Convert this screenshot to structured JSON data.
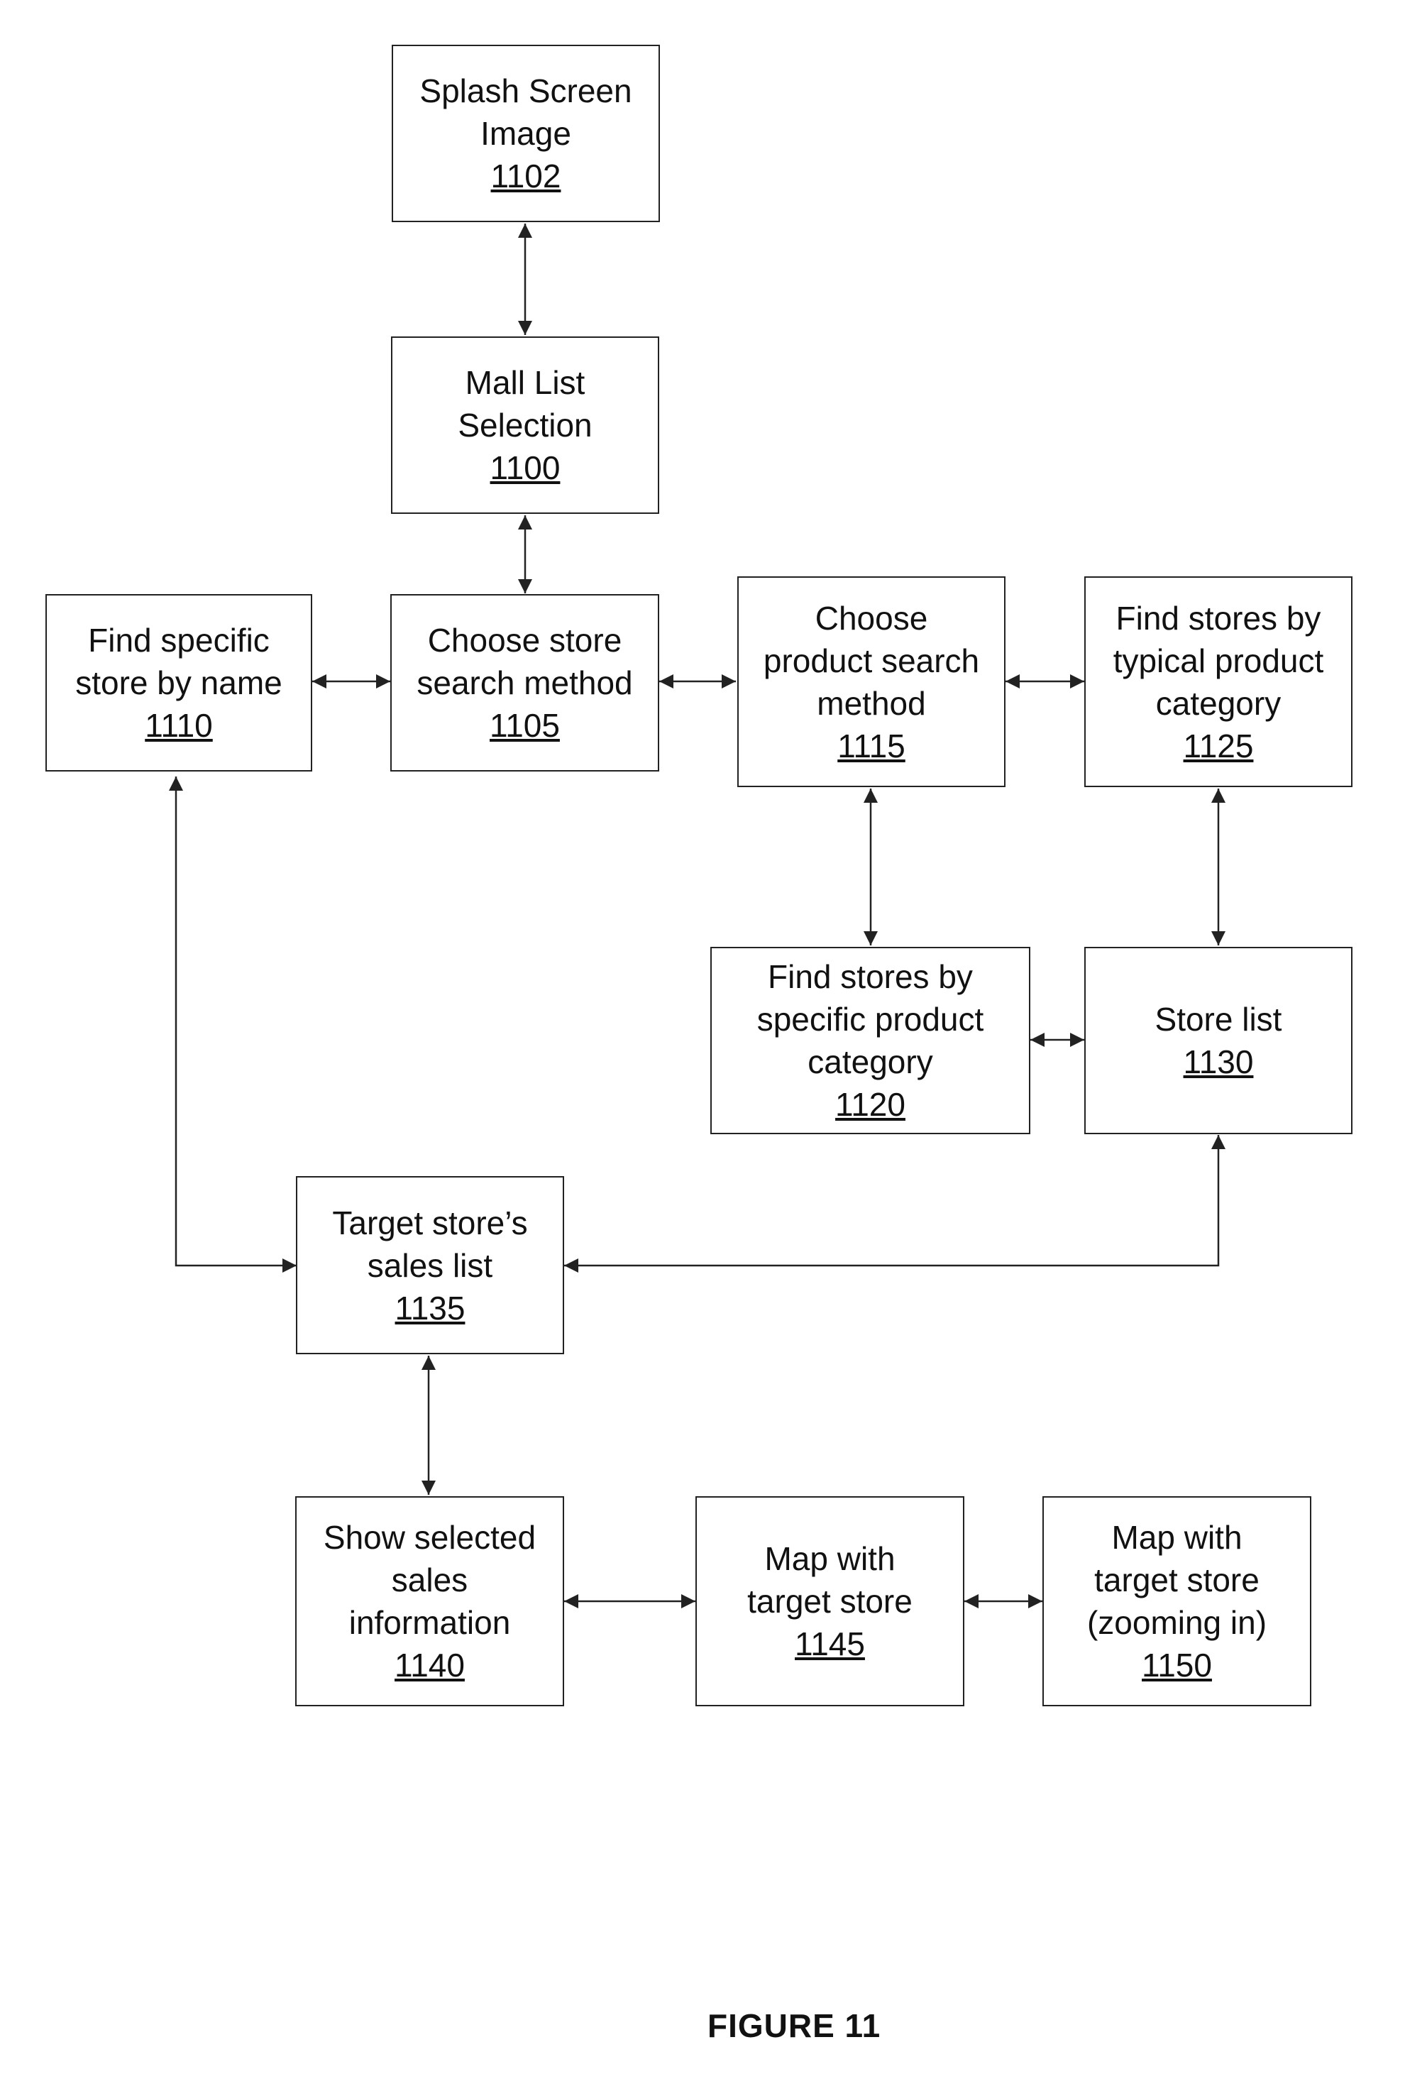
{
  "boxes": {
    "n1102": {
      "label": "Splash Screen\nImage",
      "ref": "1102"
    },
    "n1100": {
      "label": "Mall List\nSelection",
      "ref": "1100"
    },
    "n1110": {
      "label": "Find specific\nstore by name",
      "ref": "1110"
    },
    "n1105": {
      "label": "Choose store\nsearch method",
      "ref": "1105"
    },
    "n1115": {
      "label": "Choose\nproduct search\nmethod",
      "ref": "1115"
    },
    "n1125": {
      "label": "Find stores by\ntypical product\ncategory",
      "ref": "1125"
    },
    "n1120": {
      "label": "Find stores by\nspecific product\ncategory",
      "ref": "1120"
    },
    "n1130": {
      "label": "Store list",
      "ref": "1130"
    },
    "n1135": {
      "label": "Target store’s\nsales list",
      "ref": "1135"
    },
    "n1140": {
      "label": "Show selected\nsales\ninformation",
      "ref": "1140"
    },
    "n1145": {
      "label": "Map with\ntarget store",
      "ref": "1145"
    },
    "n1150": {
      "label": "Map with\ntarget store\n(zooming in)",
      "ref": "1150"
    }
  },
  "caption": "FIGURE 11"
}
